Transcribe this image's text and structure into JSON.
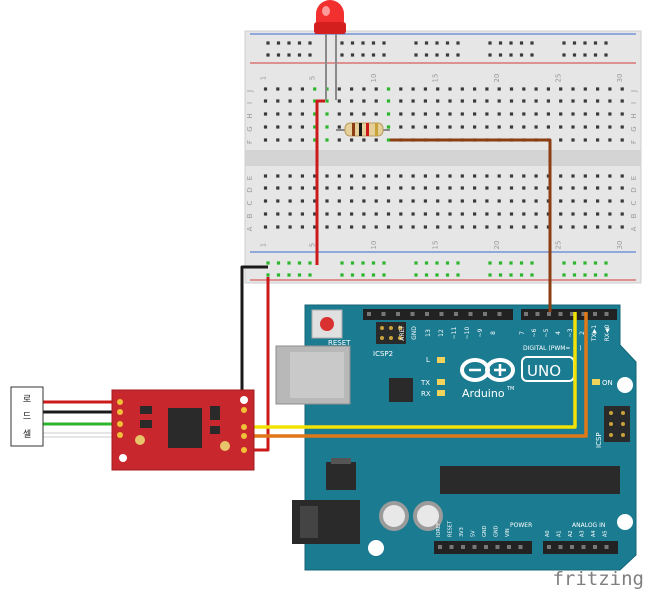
{
  "breadboard": {
    "col_numbers": [
      "1",
      "5",
      "10",
      "15",
      "20",
      "25",
      "30"
    ],
    "row_letters_top": [
      "J",
      "I",
      "H",
      "G",
      "F"
    ],
    "row_letters_bottom": [
      "E",
      "D",
      "C",
      "B",
      "A"
    ]
  },
  "arduino": {
    "reset_label": "RESET",
    "icsp2_label": "ICSP2",
    "l_label": "L",
    "tx_label": "TX",
    "rx_label": "RX",
    "logo_text": "Arduino",
    "trademark": "TM",
    "uno_label": "UNO",
    "on_label": "ON",
    "icsp_label": "ICSP",
    "digital_label": "DIGITAL (PWM= ~ )",
    "power_label": "POWER",
    "analog_label": "ANALOG IN",
    "aref_label": "AREF",
    "digital_pins": [
      "GND",
      "13",
      "12",
      "~11",
      "~10",
      "~9",
      "8",
      "7",
      "~6",
      "~5",
      "4",
      "~3",
      "2",
      "TX▶1",
      "RX◀0"
    ],
    "power_pins": [
      "IOREF",
      "RESET",
      "3V3",
      "5V",
      "GND",
      "GND",
      "VIN"
    ],
    "analog_pins": [
      "A0",
      "A1",
      "A2",
      "A3",
      "A4",
      "A5"
    ]
  },
  "sensor_connector_labels": [
    "로",
    "드",
    "셀"
  ],
  "watermark": "fritzing",
  "colors": {
    "board_teal": "#1b7c91",
    "breadboard": "#e6e6e6",
    "wire_red": "#cc1a1a",
    "wire_black": "#1a1a1a",
    "wire_brown": "#8a3e12",
    "wire_yellow": "#f2e205",
    "wire_orange": "#e07818",
    "wire_green": "#2bb52b",
    "module_red": "#c8282d",
    "led_red": "#f23030"
  }
}
